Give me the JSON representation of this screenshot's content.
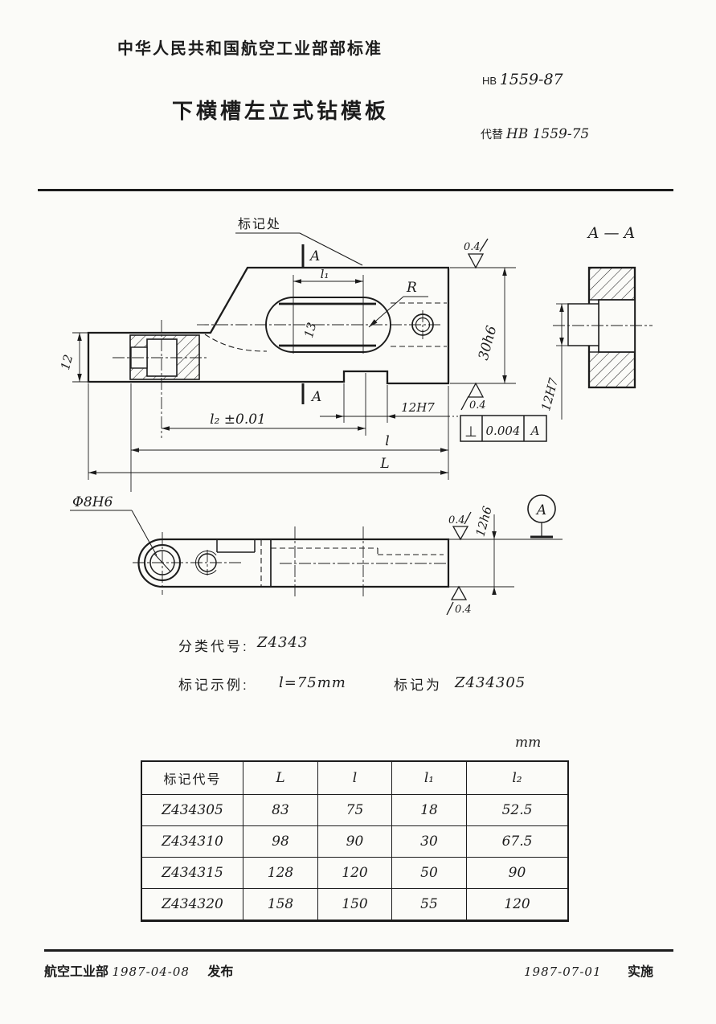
{
  "header": {
    "ministry_line": "中华人民共和国航空工业部部标准",
    "code_prefix": "HB",
    "code_number": "1559-87",
    "title": "下横槽左立式钻模板",
    "supersede_prefix": "代替",
    "supersede_number": "HB 1559-75"
  },
  "drawing": {
    "mark_spot": "标记处",
    "section_letter": "A",
    "section_title": "A — A",
    "l1": "l₁",
    "radius": "R",
    "slot_width": "13",
    "height_left": "12",
    "height_right": "30h6",
    "groove_width": "12H7",
    "l2_tol": "l₂ ±0.01",
    "length_l": "l",
    "length_L": "L",
    "hole": "Φ8H6",
    "thickness": "12h6",
    "finish": "0.4",
    "datum": "A",
    "perpendicularity": "⊥",
    "tolerance": "0.004"
  },
  "classification": {
    "label": "分类代号:",
    "code": "Z4343",
    "example_label": "标记示例:",
    "example_formula": "l=75mm",
    "designation_label": "标记为",
    "designation": "Z434305"
  },
  "table": {
    "unit": "mm",
    "headers": [
      "标记代号",
      "L",
      "l",
      "l₁",
      "l₂"
    ],
    "rows": [
      [
        "Z434305",
        "83",
        "75",
        "18",
        "52.5"
      ],
      [
        "Z434310",
        "98",
        "90",
        "30",
        "67.5"
      ],
      [
        "Z434315",
        "128",
        "120",
        "50",
        "90"
      ],
      [
        "Z434320",
        "158",
        "150",
        "55",
        "120"
      ]
    ]
  },
  "footer": {
    "org": "航空工业部",
    "release_date": "1987-04-08",
    "release_label": "发布",
    "implement_date": "1987-07-01",
    "implement_label": "实施"
  }
}
